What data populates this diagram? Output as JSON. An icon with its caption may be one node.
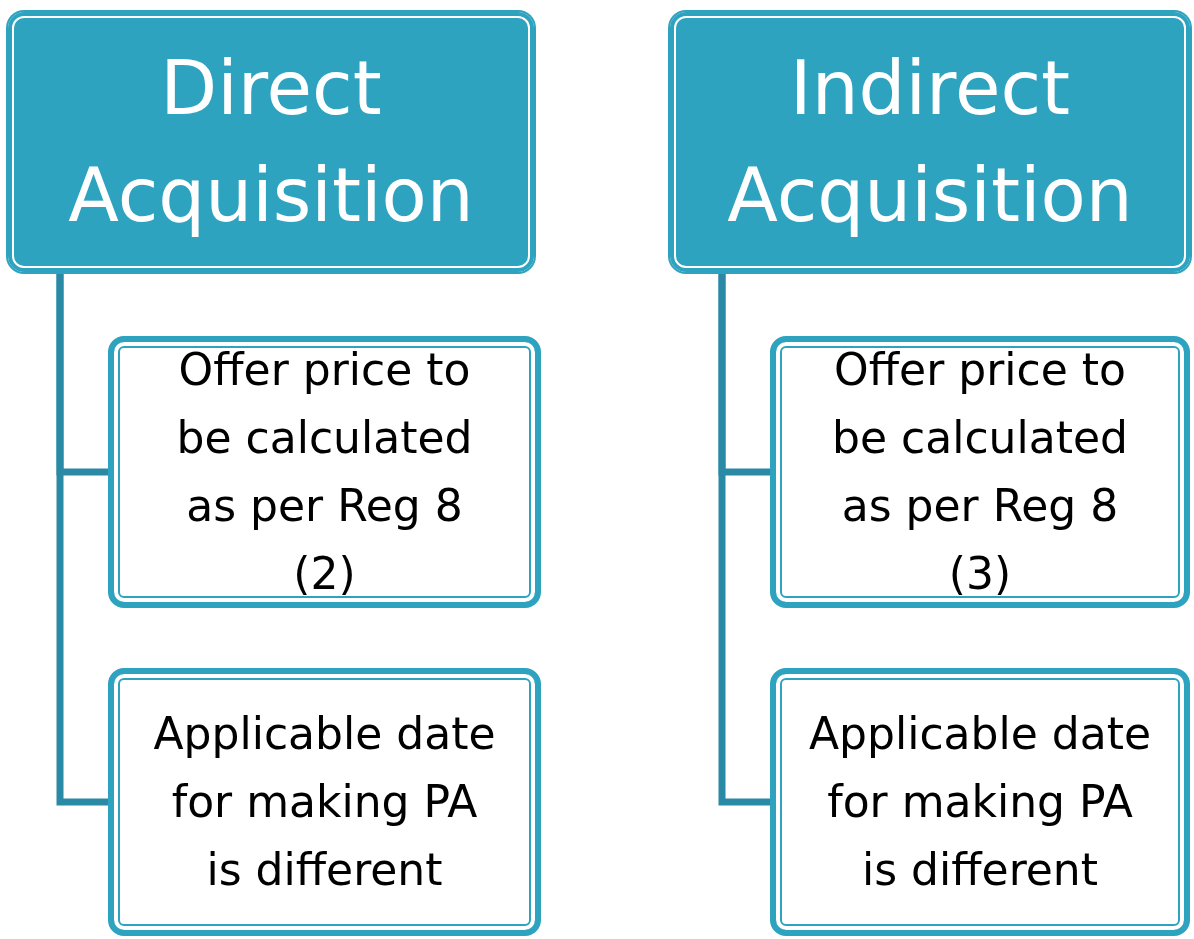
{
  "diagram": {
    "nodes": [
      {
        "text": [
          "Direct Acquisition"
        ]
      },
      {
        "text": [
          "Offer price to be calculated as per Reg 8 (2)"
        ]
      },
      {
        "text": [
          "Applicable date for making PA is different"
        ]
      },
      {
        "text": [
          "Indirect Acquisition"
        ]
      },
      {
        "text": [
          "Offer price to be calculated as per Reg 8 (3)"
        ]
      },
      {
        "text": [
          "Applicable date for making PA is different"
        ]
      }
    ],
    "edges": [
      {
        "from": 0,
        "to": 1,
        "arrow": "none"
      },
      {
        "from": 0,
        "to": 2,
        "arrow": "none"
      },
      {
        "from": 3,
        "to": 4,
        "arrow": "none"
      },
      {
        "from": 3,
        "to": 5,
        "arrow": "none"
      }
    ]
  }
}
